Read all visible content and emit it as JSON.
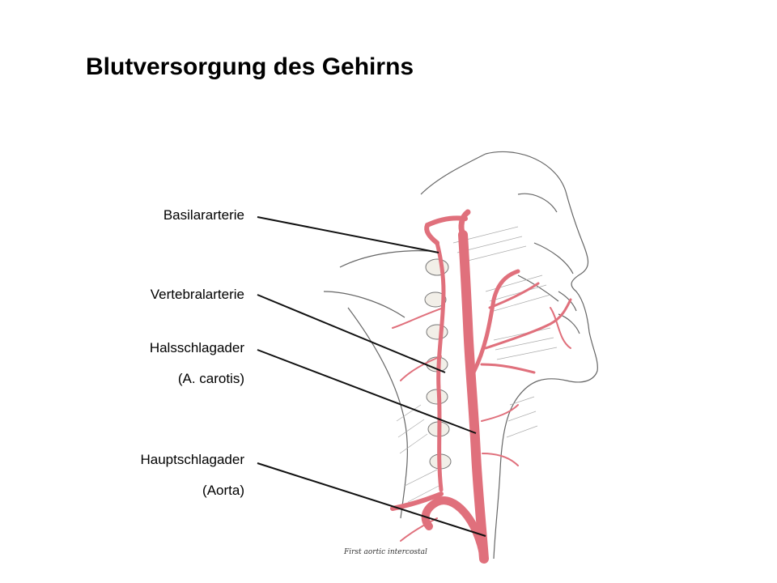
{
  "title": "Blutversorgung des Gehirns",
  "labels": {
    "basilar": "Basilararterie",
    "vertebral": "Vertebralarterie",
    "carotid": "Halsschlagader",
    "carotid_latin": "(A. carotis)",
    "aorta": "Hauptschlagader",
    "aorta_latin": "(Aorta)"
  },
  "illustration": {
    "caption": "First aortic intercostal",
    "artery_color": "#e0707c",
    "line_color": "#555555"
  }
}
